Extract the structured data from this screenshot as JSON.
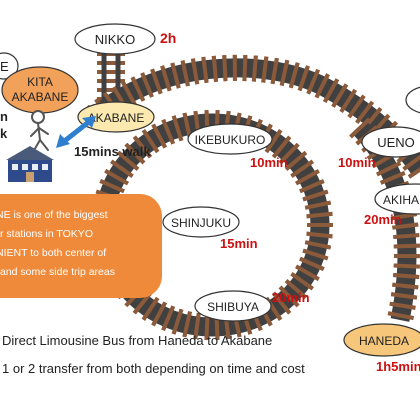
{
  "stations": {
    "nikko": "NIKKO",
    "kita_akabane_line1": "KITA",
    "kita_akabane_line2": "AKABANE",
    "akabane": "AKABANE",
    "ikebukuro": "IKEBUKURO",
    "ueno": "UENO",
    "akihabara_partial": "AKIHA",
    "shinjuku": "SHINJUKU",
    "shibuya": "SHIBUYA",
    "haneda": "HANEDA",
    "edge_partial": "E"
  },
  "times": {
    "nikko": "2h",
    "ikebukuro": "10min",
    "ueno": "10min",
    "akihabara": "20min",
    "shinjuku": "15min",
    "shibuya": "20min",
    "haneda": "1h5min"
  },
  "walk": {
    "label": "15mins walk",
    "left_fragment_1": "n",
    "left_fragment_2": "k"
  },
  "callout": [
    "NE is one of the biggest",
    "r stations in TOKYO",
    "NIENT to both center of",
    "and some side trip areas"
  ],
  "notes": {
    "line1": "Direct Limousine Bus from Haneda to Akabane",
    "line2": "1 or 2 transfer from both depending on time and cost"
  },
  "colors": {
    "rail": "#404040",
    "tie": "#8a5a3a",
    "time_text": "#cc1111",
    "callout_bg": "#ef8a3a",
    "akabane_fill": "#fce9b0",
    "kita_akabane_fill": "#f2a15a",
    "haneda_fill": "#f6c77a",
    "walk_arrow": "#2f7fd0"
  },
  "icons": [
    "walking-person-icon",
    "station-building-icon",
    "double-arrow-icon"
  ]
}
